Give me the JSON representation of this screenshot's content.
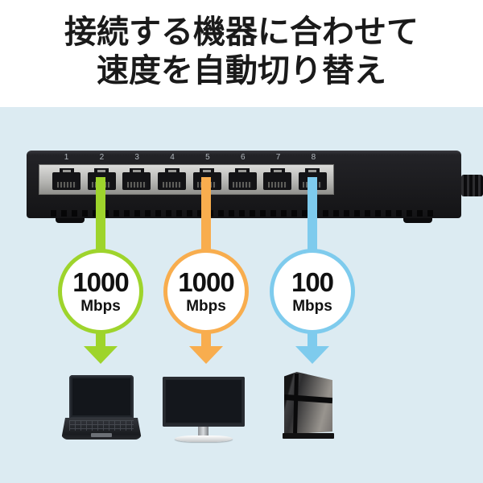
{
  "title": {
    "line1": "接続する機器に合わせて",
    "line2": "速度を自動切り替え"
  },
  "colors": {
    "background_upper": "#ffffff",
    "background_lower": "#dcebf2",
    "title_text": "#1a1a1a",
    "green": "#9ed42c",
    "orange": "#f8ad4e",
    "blue": "#7ecbed",
    "port_number_text": "#b2b8be"
  },
  "switch": {
    "ports": [
      {
        "number": "1"
      },
      {
        "number": "2"
      },
      {
        "number": "3"
      },
      {
        "number": "4"
      },
      {
        "number": "5"
      },
      {
        "number": "6"
      },
      {
        "number": "7"
      },
      {
        "number": "8"
      }
    ]
  },
  "connections": [
    {
      "port": "2",
      "speed": "1000",
      "unit": "Mbps",
      "color": "#9ed42c",
      "color_name": "green",
      "device": "laptop"
    },
    {
      "port": "5",
      "speed": "1000",
      "unit": "Mbps",
      "color": "#f8ad4e",
      "color_name": "orange",
      "device": "desktop-monitor"
    },
    {
      "port": "8",
      "speed": "100",
      "unit": "Mbps",
      "color": "#7ecbed",
      "color_name": "blue",
      "device": "game-console"
    }
  ]
}
